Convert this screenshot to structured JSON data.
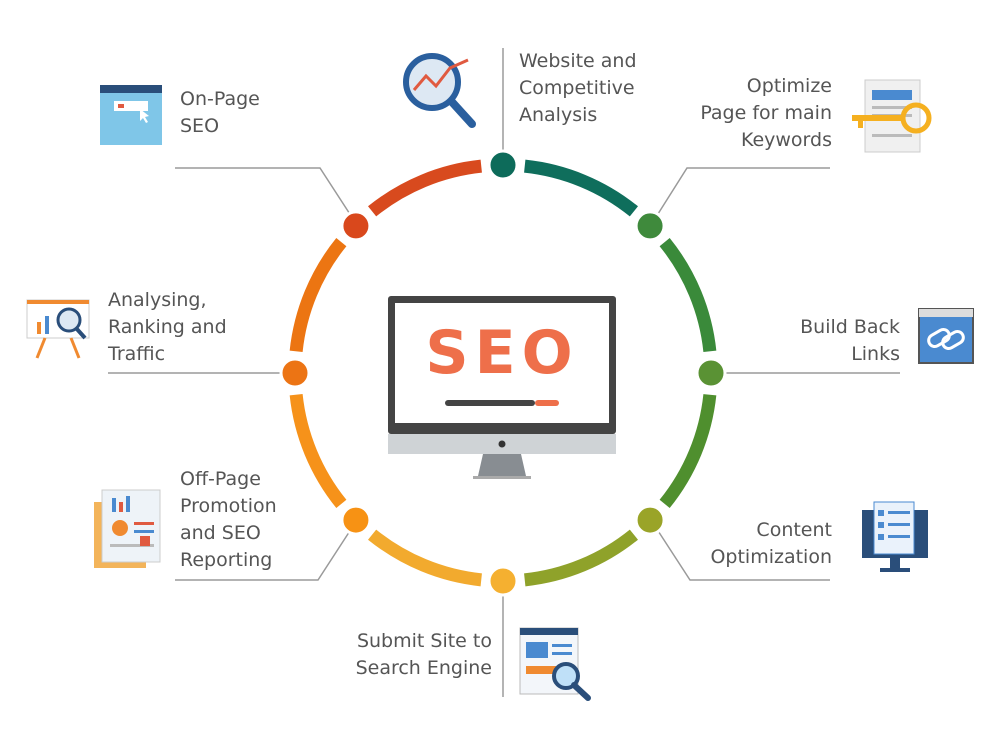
{
  "center": {
    "title": "SEO",
    "colors": {
      "text": "#ee6f4a",
      "frame": "#444444",
      "stand": "#888d92",
      "base": "#cfd3d6"
    }
  },
  "items": [
    {
      "label": "Website and\nCompetitive\nAnalysis",
      "icon": "magnifier-chart-icon",
      "color": "#0d6b5a"
    },
    {
      "label": "Optimize\nPage for main\nKeywords",
      "icon": "key-document-icon",
      "color": "#3f8a3c"
    },
    {
      "label": "Build Back\nLinks",
      "icon": "chain-link-icon",
      "color": "#5a9234"
    },
    {
      "label": "Content\nOptimization",
      "icon": "checklist-monitor-icon",
      "color": "#9aa428"
    },
    {
      "label": "Submit Site to\nSearch Engine",
      "icon": "search-page-icon",
      "color": "#f5b030"
    },
    {
      "label": "Off-Page\nPromotion\nand SEO\nReporting",
      "icon": "report-documents-icon",
      "color": "#f79214"
    },
    {
      "label": "Analysing,\nRanking and\nTraffic",
      "icon": "presentation-board-icon",
      "color": "#ec7414"
    },
    {
      "label": "On-Page\nSEO",
      "icon": "browser-window-icon",
      "color": "#d9481c"
    }
  ],
  "arc_colors": [
    "#0f6e5c",
    "#3a8a3a",
    "#4f8f2e",
    "#8fa22a",
    "#f2aa2e",
    "#f6921a",
    "#ec7512",
    "#d84a1e"
  ]
}
